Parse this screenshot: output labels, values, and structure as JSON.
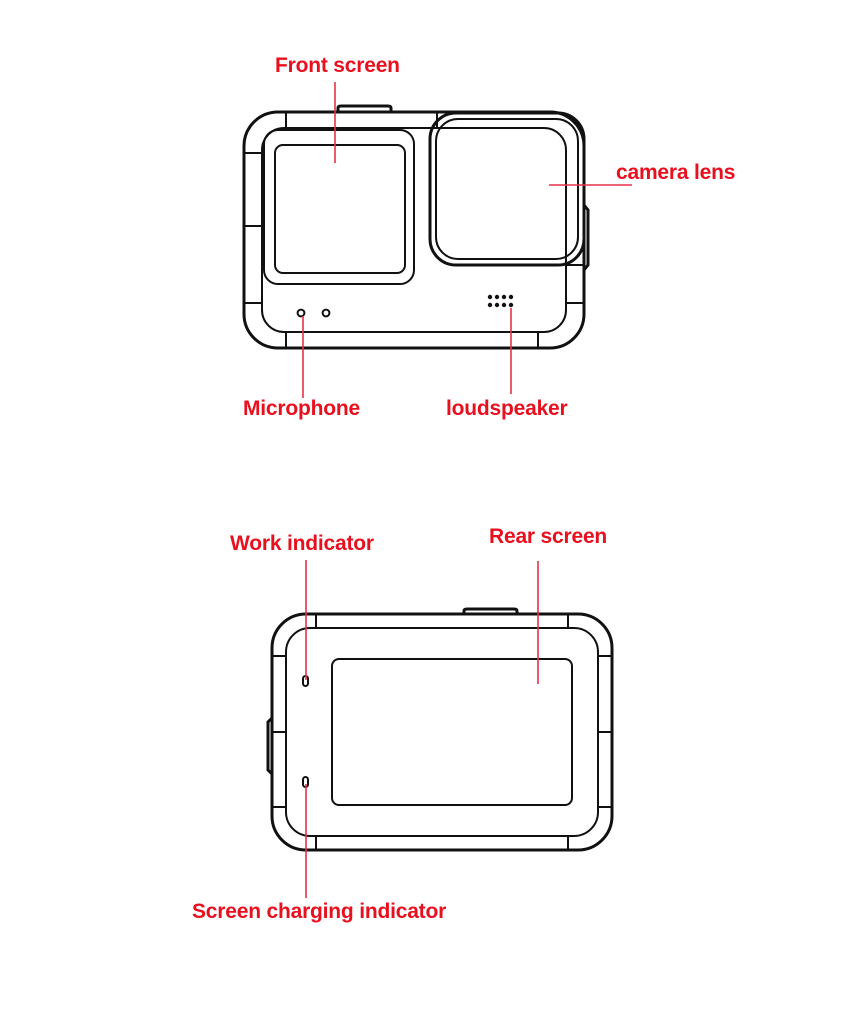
{
  "colors": {
    "label": "#e8101e",
    "leader": "#e8304a",
    "outline": "#111111",
    "background": "#ffffff"
  },
  "front_view": {
    "labels": {
      "front_screen": "Front screen",
      "camera_lens": "camera lens",
      "microphone": "Microphone",
      "loudspeaker": "loudspeaker"
    }
  },
  "rear_view": {
    "labels": {
      "work_indicator": "Work indicator",
      "rear_screen": "Rear screen",
      "screen_charging_indicator": "Screen charging indicator"
    }
  }
}
